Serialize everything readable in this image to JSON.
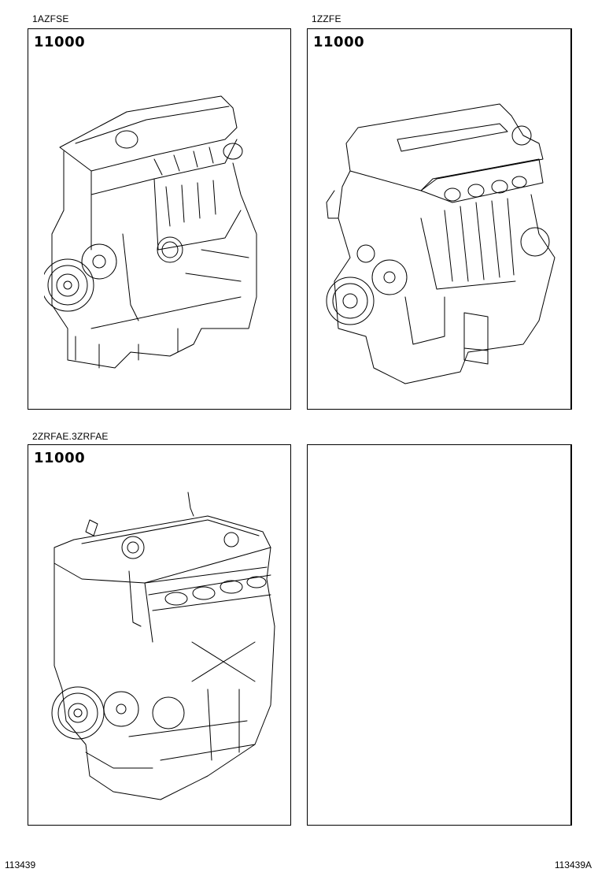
{
  "panels": [
    {
      "caption": "1AZFSE",
      "part_number": "11000",
      "illustration": "engine-assembly-1azfse"
    },
    {
      "caption": "1ZZFE",
      "part_number": "11000",
      "illustration": "engine-assembly-1zzfe"
    },
    {
      "caption": "2ZRFAE.3ZRFAE",
      "part_number": "11000",
      "illustration": "engine-assembly-2zrfae-3zrfae"
    },
    {
      "caption": "",
      "part_number": "",
      "illustration": ""
    }
  ],
  "footer": {
    "left_code": "113439",
    "right_code": "113439A"
  },
  "colors": {
    "line": "#000000",
    "background": "#ffffff"
  }
}
